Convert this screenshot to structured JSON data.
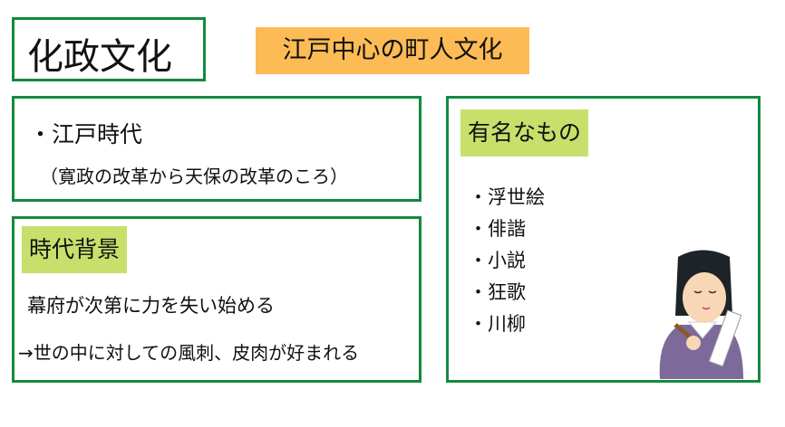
{
  "title": "化政文化",
  "subtitle": "江戸中心の町人文化",
  "era": {
    "heading": "・江戸時代",
    "note": "（寛政の改革から天保の改革のころ）"
  },
  "background": {
    "label": "時代背景",
    "line1": "幕府が次第に力を失い始める",
    "line2": "→世の中に対しての風刺、皮肉が好まれる"
  },
  "famous": {
    "label": "有名なもの",
    "items": [
      "・浮世絵",
      "・俳諧",
      "・小説",
      "・狂歌",
      "・川柳"
    ]
  },
  "colors": {
    "border": "#128a40",
    "orange": "#fdbb55",
    "label_green": "#c8e06b",
    "robe": "#7e6a9a"
  }
}
